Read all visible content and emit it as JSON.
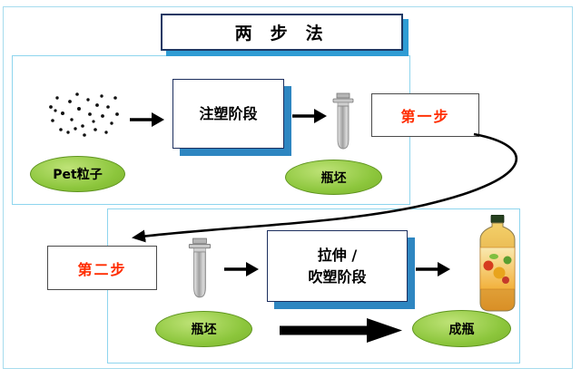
{
  "title": "两 步 法",
  "step1": {
    "particles_label": "Pet粒子",
    "stage_label": "注塑阶段",
    "step_badge": "第一步",
    "output_label": "瓶坯"
  },
  "step2": {
    "step_badge": "第二步",
    "stage_label_line1": "拉伸 /",
    "stage_label_line2": "吹塑阶段",
    "input_label": "瓶坯",
    "output_label": "成瓶"
  },
  "graphics": {
    "particles": "pet-particles-dots",
    "preform": "bottle-preform",
    "finished_bottle": "finished-bottle"
  },
  "colors": {
    "accent_red": "#ff2d00",
    "ellipse_green": "#8cc63c",
    "shadow_blue": "#2e86c1",
    "section_border": "#8ed5ee",
    "box_border": "#1f3864"
  }
}
